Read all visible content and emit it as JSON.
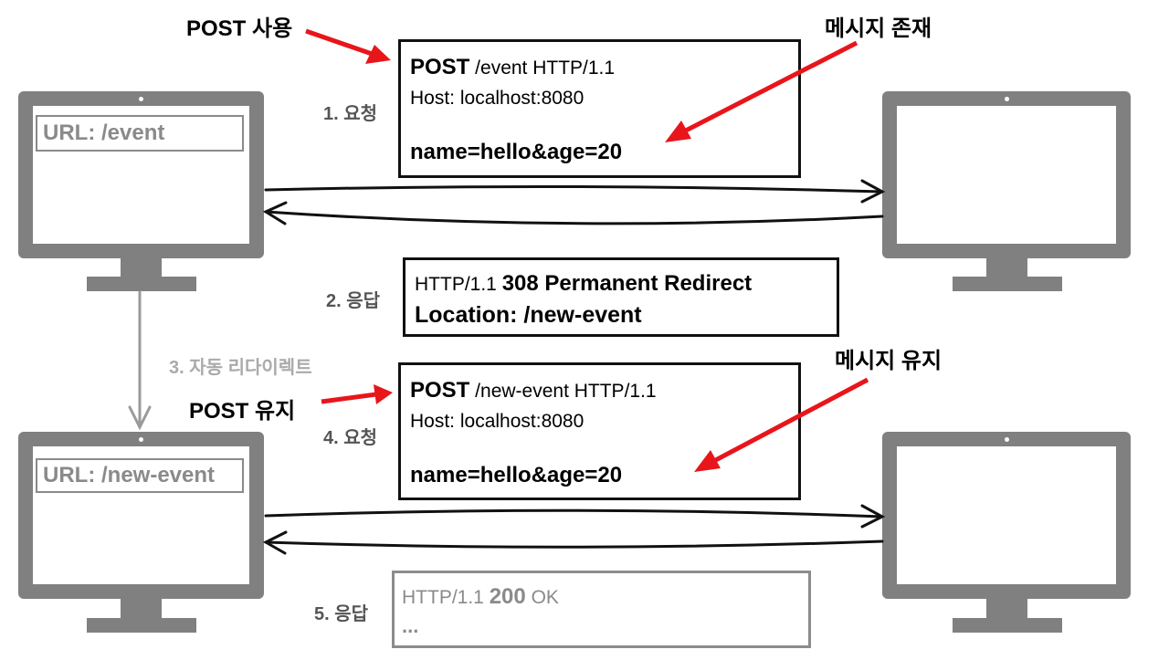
{
  "left_top": {
    "url": "URL: /event"
  },
  "left_bottom": {
    "url": "URL: /new-event"
  },
  "steps": {
    "s1": "1. 요청",
    "s2": "2. 응답",
    "s3": "3. 자동 리다이렉트",
    "s4": "4. 요청",
    "s5": "5. 응답"
  },
  "notes": {
    "post_use": "POST 사용",
    "message_exists": "메시지 존재",
    "post_keep": "POST 유지",
    "message_keep": "메시지 유지"
  },
  "request1": {
    "method": "POST",
    "line_rest": " /event HTTP/1.1",
    "host": "Host: localhost:8080",
    "body": "name=hello&age=20"
  },
  "response2": {
    "version": "HTTP/1.1 ",
    "status": "308 Permanent Redirect",
    "location": "Location: /new-event"
  },
  "request4": {
    "method": "POST",
    "line_rest": " /new-event HTTP/1.1",
    "host": "Host: localhost:8080",
    "body": "name=hello&age=20"
  },
  "response5": {
    "version": "HTTP/1.1 ",
    "code": "200",
    "reason": " OK",
    "ellipsis": "..."
  },
  "colors": {
    "monitor": "#808080",
    "accent_red": "#e8151b",
    "dim_text": "#8a8a8a"
  }
}
